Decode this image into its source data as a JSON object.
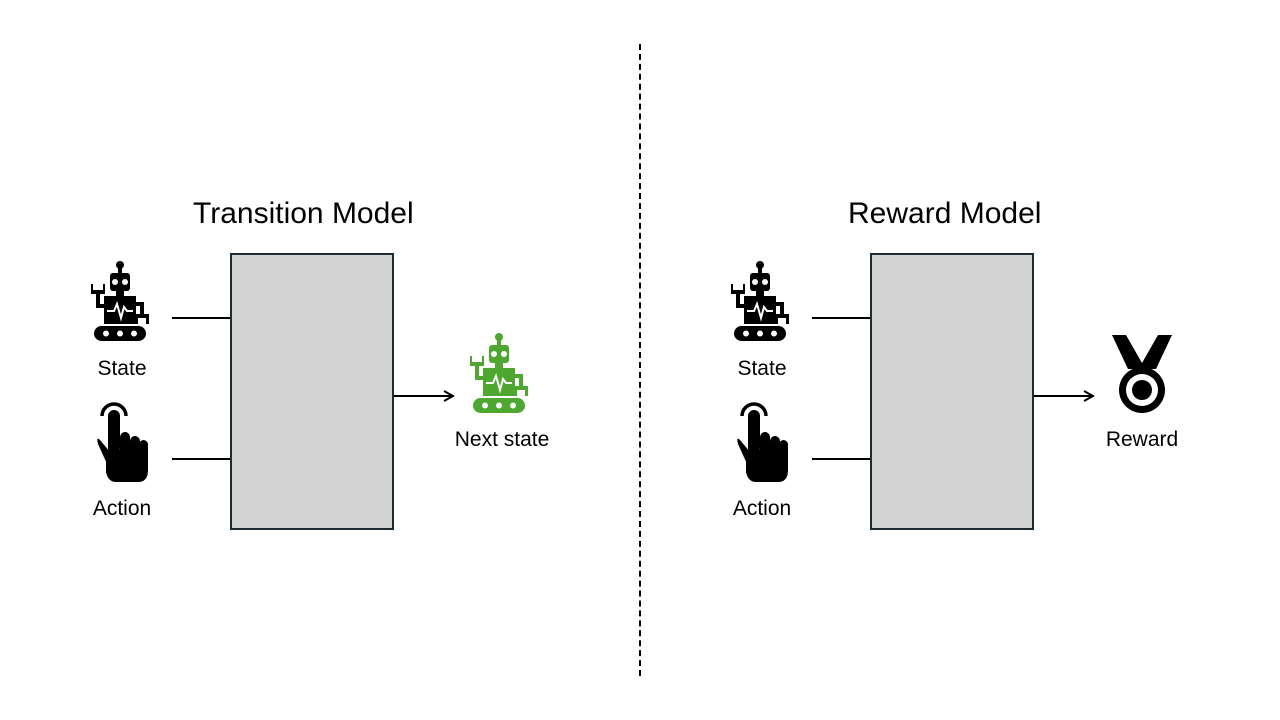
{
  "transition": {
    "title": "Transition Model",
    "inputs": {
      "state": "State",
      "action": "Action"
    },
    "output": "Next state"
  },
  "reward": {
    "title": "Reward Model",
    "inputs": {
      "state": "State",
      "action": "Action"
    },
    "output": "Reward"
  },
  "colors": {
    "box_fill": "#d3d3d3",
    "box_border": "#1e2b33",
    "icon": "#000000",
    "next_state_icon": "#4ea72e"
  },
  "icons": {
    "state": "robot-icon",
    "action": "pointing-hand-icon",
    "next_state": "robot-icon",
    "reward": "medal-icon"
  }
}
